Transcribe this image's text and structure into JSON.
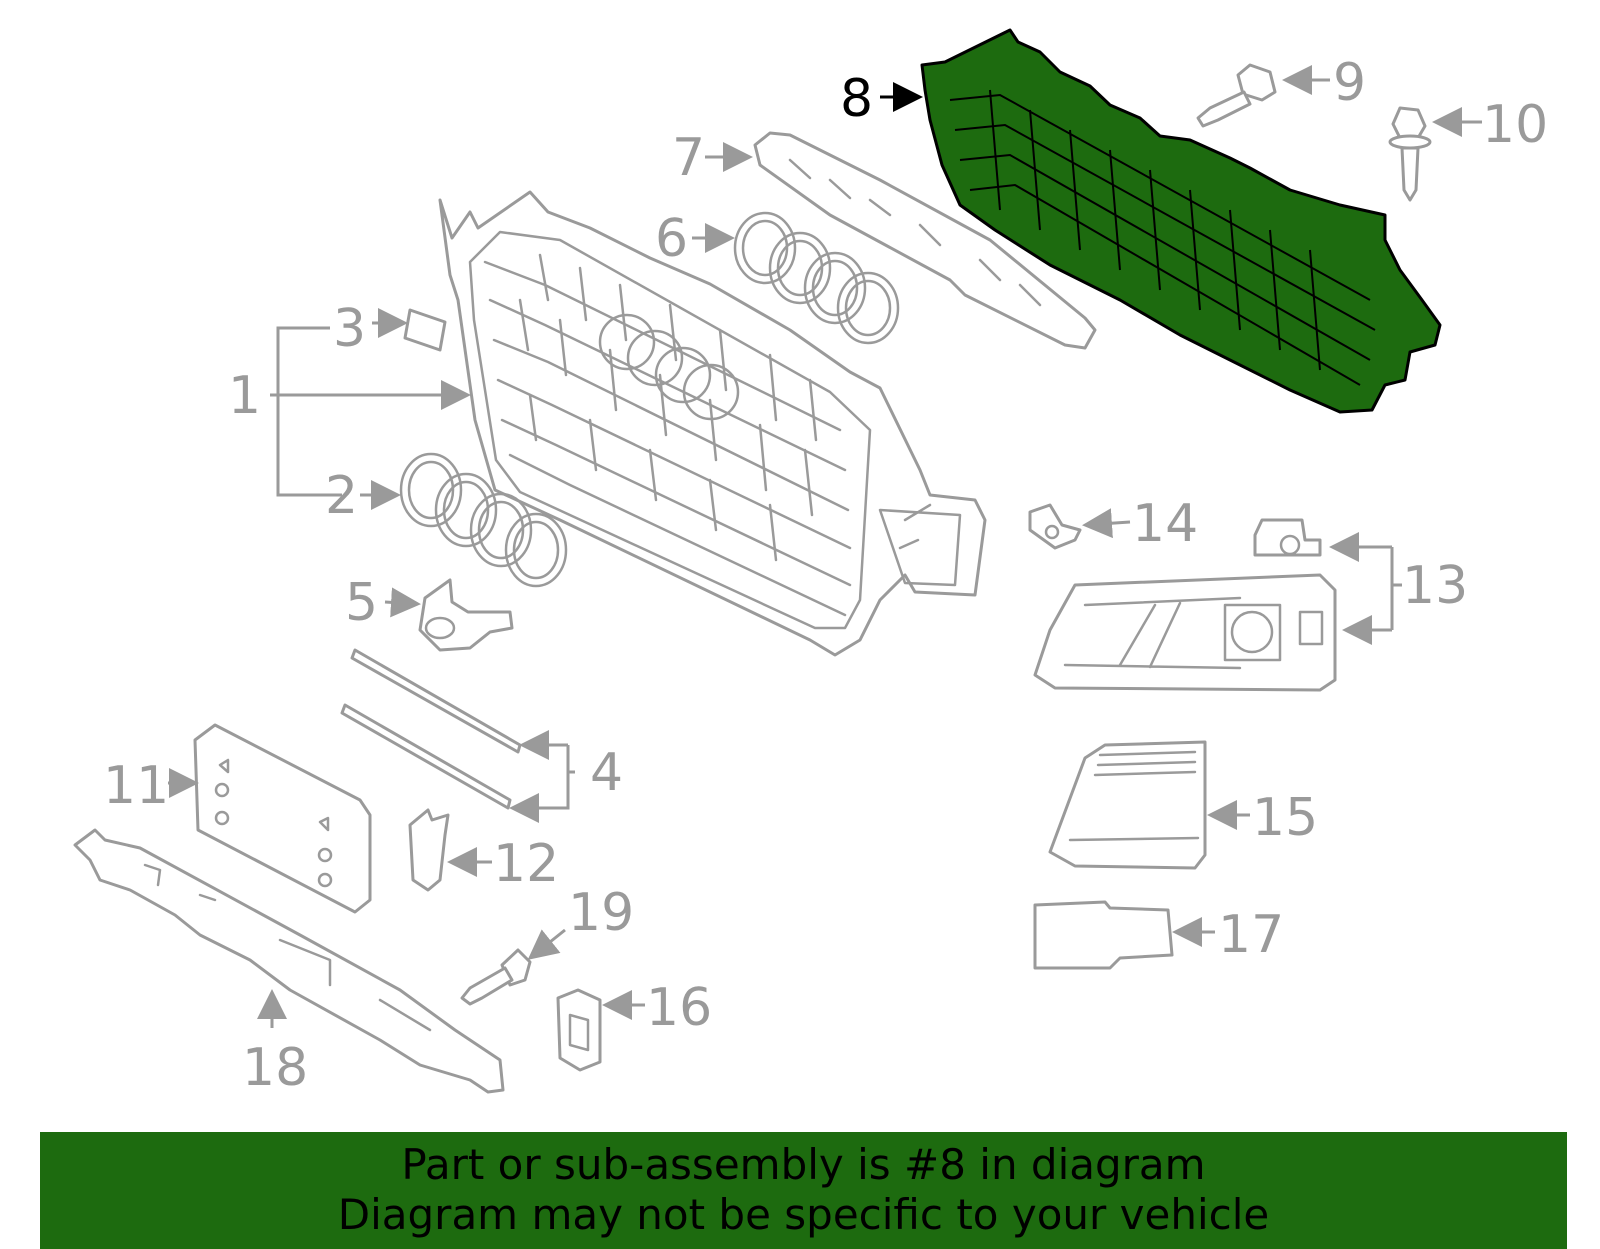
{
  "highlighted_part": "8",
  "colors": {
    "highlight": "#1d6b0f",
    "part_outline": "#9a9a9a",
    "highlight_outline": "#000000",
    "banner_background": "#1d6b0f"
  },
  "callouts": {
    "c1": "1",
    "c2": "2",
    "c3": "3",
    "c4": "4",
    "c5": "5",
    "c6": "6",
    "c7": "7",
    "c8": "8",
    "c9": "9",
    "c10": "10",
    "c11": "11",
    "c12": "12",
    "c13": "13",
    "c14": "14",
    "c15": "15",
    "c16": "16",
    "c17": "17",
    "c18": "18",
    "c19": "19"
  },
  "banner": {
    "line1": "Part or sub-assembly is #8 in diagram",
    "line2": "Diagram may not be specific to your vehicle"
  }
}
